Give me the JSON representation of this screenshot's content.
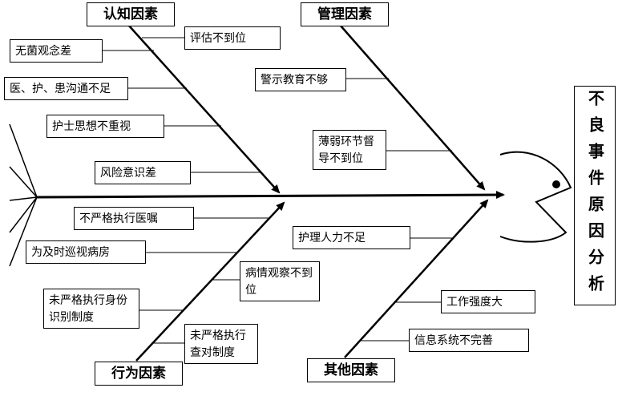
{
  "diagram": {
    "title": "不良事件原因分析",
    "categories": [
      {
        "id": "cognitive",
        "label": "认知因素"
      },
      {
        "id": "management",
        "label": "管理因素"
      },
      {
        "id": "behavior",
        "label": "行为因素"
      },
      {
        "id": "other",
        "label": "其他因素"
      }
    ],
    "causes": {
      "cognitive": [
        "评估不到位",
        "无菌观念差",
        "医、护、患沟通不足",
        "护士思想不重视",
        "风险意识差"
      ],
      "management": [
        "警示教育不够",
        "薄弱环节督导不到位"
      ],
      "behavior": [
        "不严格执行医嘱",
        "为及时巡视病房",
        "未严格执行身份识别制度",
        "病情观察不到位",
        "未严格执行查对制度"
      ],
      "other": [
        "护理人力不足",
        "工作强度大",
        "信息系统不完善"
      ]
    },
    "colors": {
      "line": "#000000",
      "background": "#ffffff"
    }
  }
}
